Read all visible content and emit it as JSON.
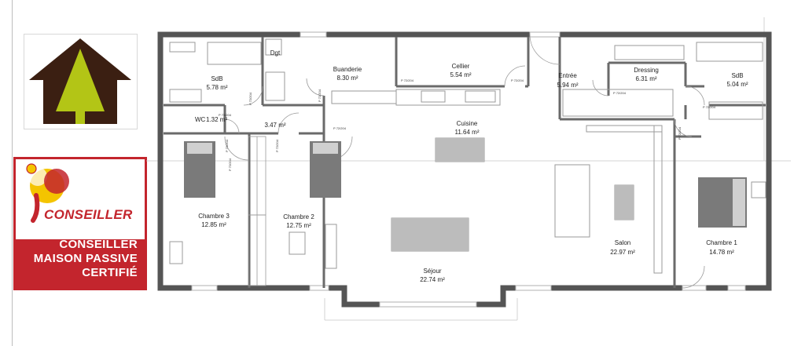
{
  "logo": {
    "house_color": "#3b1f12",
    "tree_color": "#b3c516"
  },
  "badge": {
    "brand": "CONSEILLER",
    "line1": "CONSEILLER",
    "line2": "MAISON PASSIVE",
    "line3": "CERTIFIÉ",
    "red": "#c3252d"
  },
  "rooms": {
    "sdb1": {
      "name": "SdB",
      "area": "5.78 m²"
    },
    "dgt": {
      "name": "Dgt",
      "area": "3.47 m²"
    },
    "buanderie": {
      "name": "Buanderie",
      "area": "8.30 m²"
    },
    "cellier": {
      "name": "Cellier",
      "area": "5.54 m²"
    },
    "entree": {
      "name": "Entrée",
      "area": "5.94 m²"
    },
    "dressing": {
      "name": "Dressing",
      "area": "6.31 m²"
    },
    "sdb2": {
      "name": "SdB",
      "area": "5.04 m²"
    },
    "wc": {
      "name": "WC",
      "area": "1.32 m²"
    },
    "cuisine": {
      "name": "Cuisine",
      "area": "11.64 m²"
    },
    "chambre3": {
      "name": "Chambre 3",
      "area": "12.85 m²"
    },
    "chambre2": {
      "name": "Chambre 2",
      "area": "12.75 m²"
    },
    "sejour": {
      "name": "Séjour",
      "area": "22.74 m²"
    },
    "salon": {
      "name": "Salon",
      "area": "22.97 m²"
    },
    "chambre1": {
      "name": "Chambre 1",
      "area": "14.78 m²"
    }
  },
  "doors": {
    "d1": "P 72/204",
    "d2": "P 73/204",
    "d3": "P 73/204",
    "d4": "P 72/204",
    "d5": "P 72/204",
    "d6": "P 72/204",
    "d7": "P 72/204",
    "d8": "P 72/204",
    "d9": "P 72/204",
    "d10": "P 72/204",
    "d11": "P 72/204",
    "d12": "P 72/204"
  },
  "colors": {
    "wall": "#5a5a5a",
    "furniture": "#9a9a9a",
    "bed": "#7a7a7a"
  }
}
